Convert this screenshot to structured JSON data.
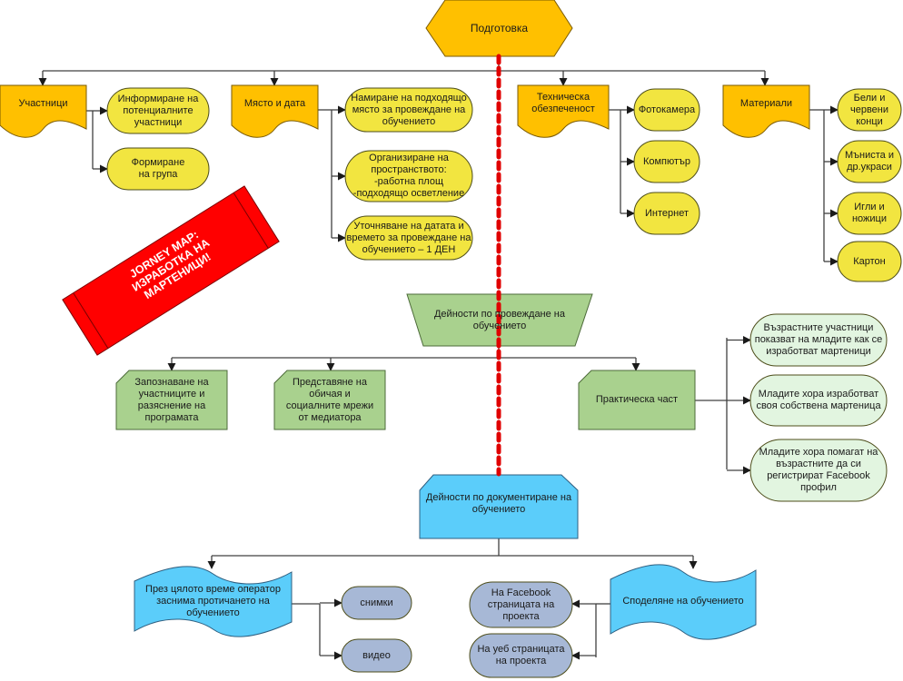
{
  "title_banner": {
    "text": "JORNEY MAP:\nИЗРАБОТКА НА\nМАРТЕНИЦИ!",
    "color": "#ff0000"
  },
  "colors": {
    "orange": "#ffc000",
    "yellow": "#f2e540",
    "green": "#a9d18e",
    "light_green": "#e2f5e0",
    "blue": "#5bcdfa",
    "gray_blue": "#a7b8d6",
    "connector": "#404040",
    "timeline": "#e00000"
  },
  "sections": {
    "preparation": {
      "title": "Подготовка",
      "groups": [
        {
          "label": "Участници",
          "items": [
            "Информиране на\nпотенциалните\nучастници",
            "Формиране\nна група"
          ]
        },
        {
          "label": "Място и дата",
          "items": [
            "Намиране на подходящо\nмясто за провеждане на\nобучението",
            "Организиране на\nпространството:\n-работна площ\n-подходящо осветление",
            "Уточняване на датата и\nвремето за провеждане на\nобучението – 1 ДЕН"
          ]
        },
        {
          "label": "Техническа\nобезпеченост",
          "items": [
            "Фотокамера",
            "Компютър",
            "Интернет"
          ]
        },
        {
          "label": "Материали",
          "items": [
            "Бели и\nчервени\nконци",
            "Мъниста и\nдр.украси",
            "Игли и\nножици",
            "Картон"
          ]
        }
      ]
    },
    "conducting": {
      "title": "Дейности по провеждане на\nобучението",
      "steps": [
        "Запознаване на\nучастниците и\nразяснение на\nпрограмата",
        "Представяне на\nобичая и\nсоциалните мрежи\nот медиатора",
        "Практическа част"
      ],
      "practical_items": [
        "Възрастните участници\nпоказват на младите как се\nизработват мартеници",
        "Младите хора изработват\nсвоя собствена мартеница",
        "Младите хора помагат на\nвъзрастните да си\nрегистрират Facebook\nпрофил"
      ]
    },
    "documentation": {
      "title": "Дейности по документиране на\nобучението",
      "recording": {
        "label": "През цялото време оператор\nзаснима протичането на\nобучението",
        "items": [
          "снимки",
          "видео"
        ]
      },
      "sharing": {
        "label": "Споделяне на обучението",
        "items": [
          "На Facebook\nстраницата на\nпроекта",
          "На уеб страницата\nна проекта"
        ]
      }
    }
  }
}
